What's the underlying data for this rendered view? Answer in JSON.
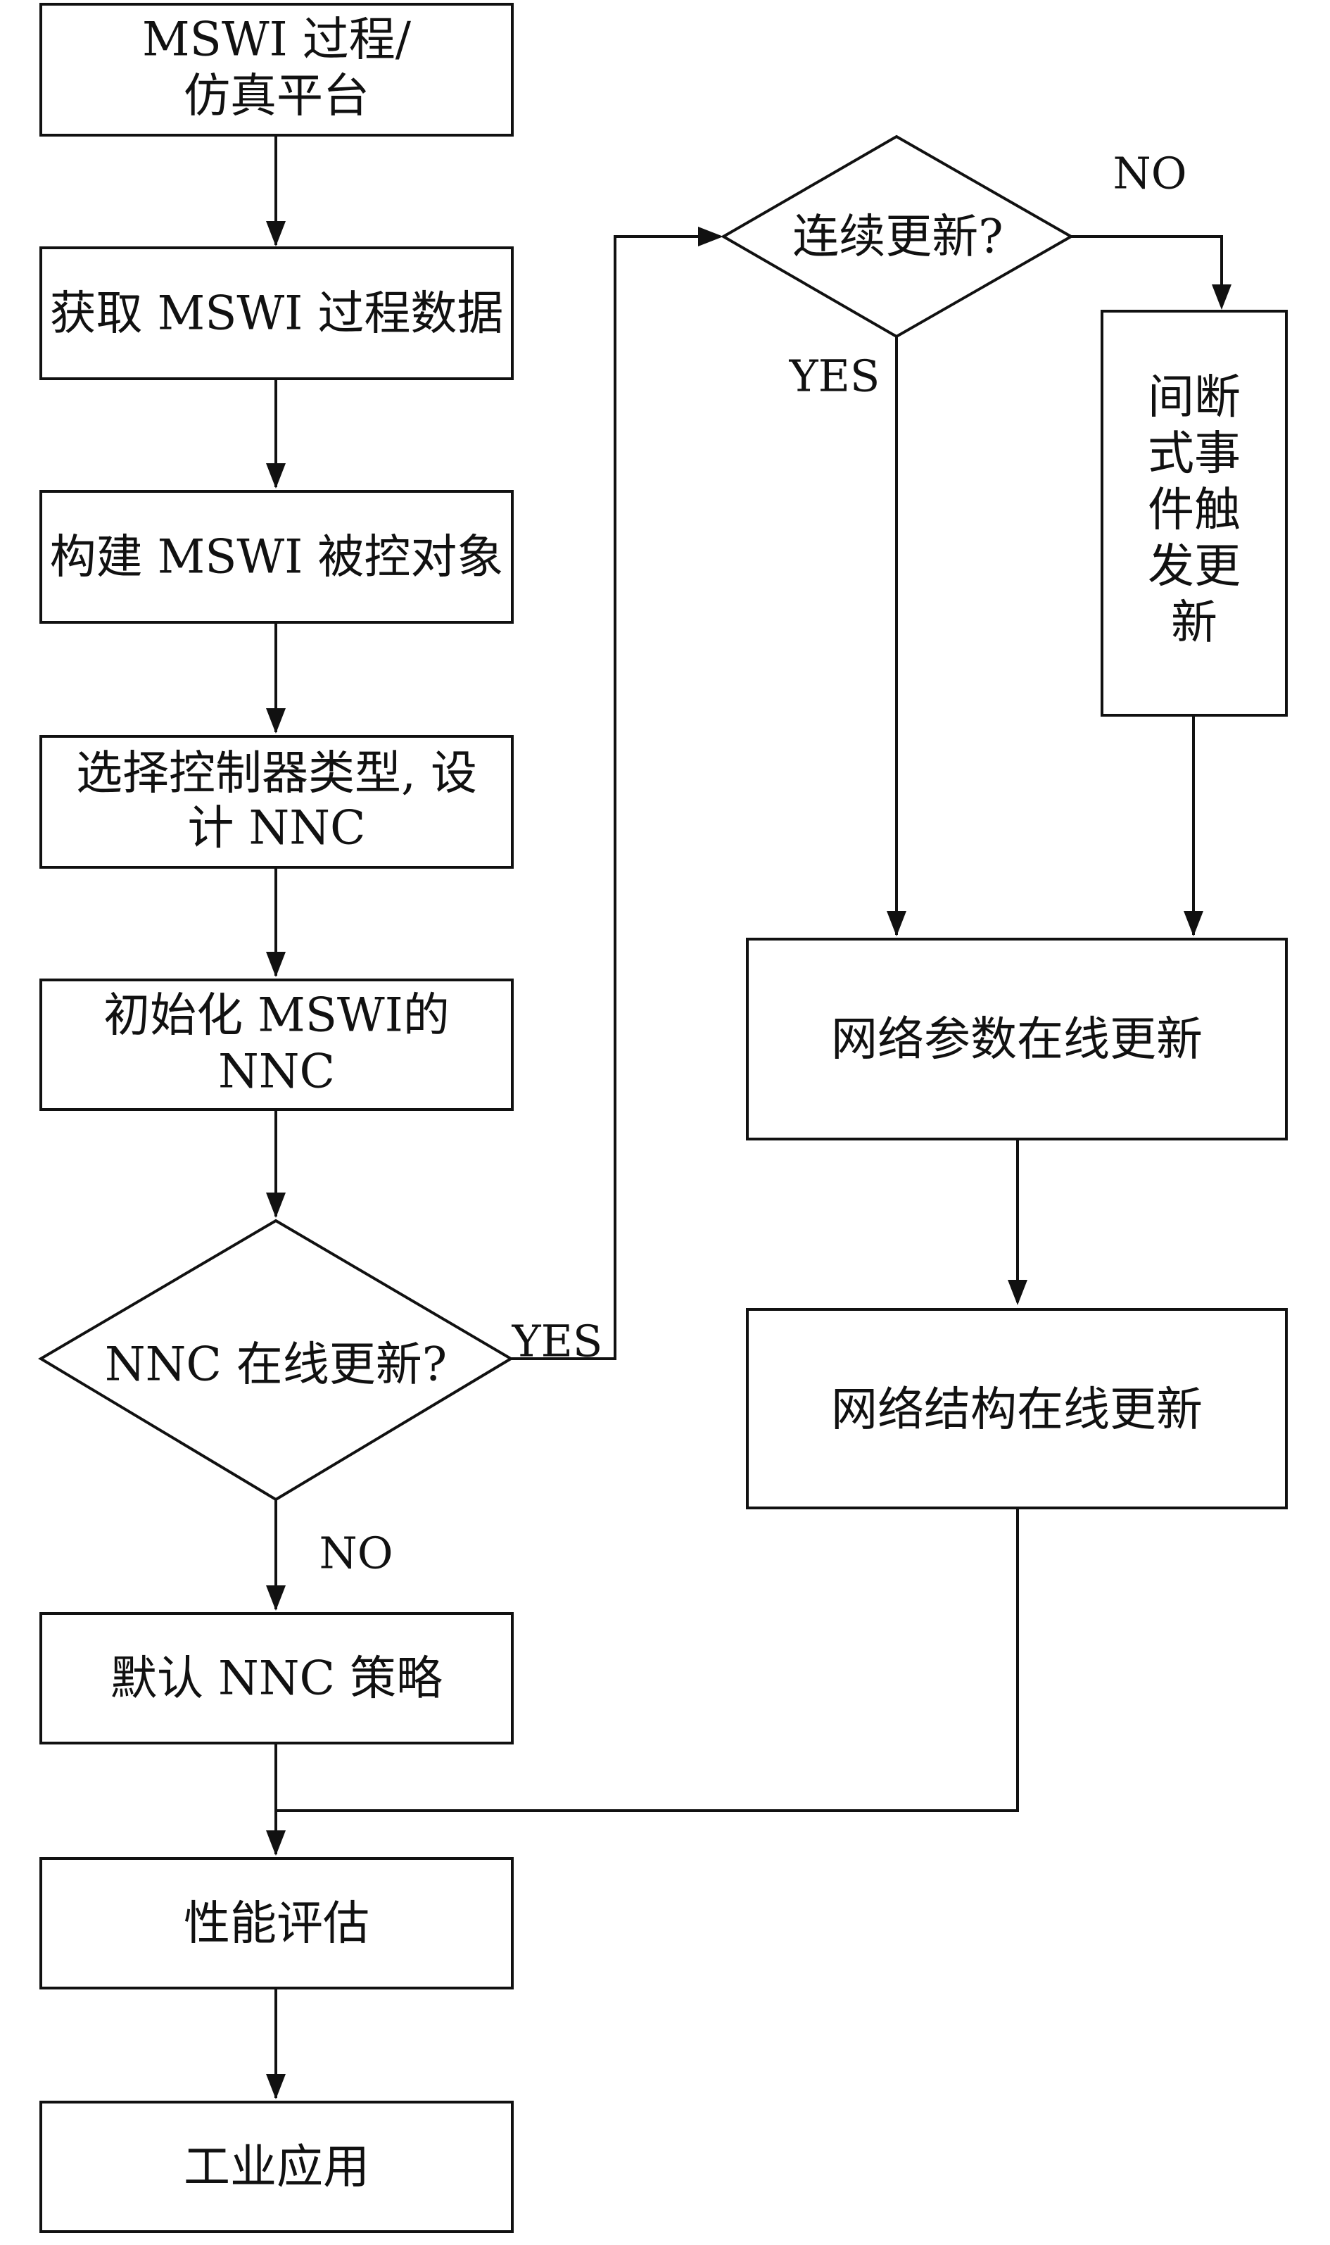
{
  "nodes": {
    "platform": {
      "lines": [
        "MSWI 过程/",
        "仿真平台"
      ]
    },
    "acquire": {
      "lines": [
        "获取 MSWI 过程数据"
      ]
    },
    "object": {
      "lines": [
        "构建 MSWI 被控对象"
      ]
    },
    "select": {
      "lines": [
        "选择控制器类型, 设",
        "计 NNC"
      ]
    },
    "init": {
      "lines": [
        "初始化 MSWI的",
        "NNC"
      ]
    },
    "online": {
      "lines": [
        "NNC 在线更新?"
      ]
    },
    "default": {
      "lines": [
        "默认 NNC 策略"
      ]
    },
    "eval": {
      "lines": [
        "性能评估"
      ]
    },
    "industry": {
      "lines": [
        "工业应用"
      ]
    },
    "continuous": {
      "lines": [
        "连续更新?"
      ]
    },
    "event": {
      "lines": [
        "间断",
        "式事",
        "件触",
        "发更",
        "新"
      ]
    },
    "params": {
      "lines": [
        "网络参数在线更新"
      ]
    },
    "structure": {
      "lines": [
        "网络结构在线更新"
      ]
    }
  },
  "edge_labels": {
    "online_yes": "YES",
    "online_no": "NO",
    "continuous_yes": "YES",
    "continuous_no": "NO"
  }
}
